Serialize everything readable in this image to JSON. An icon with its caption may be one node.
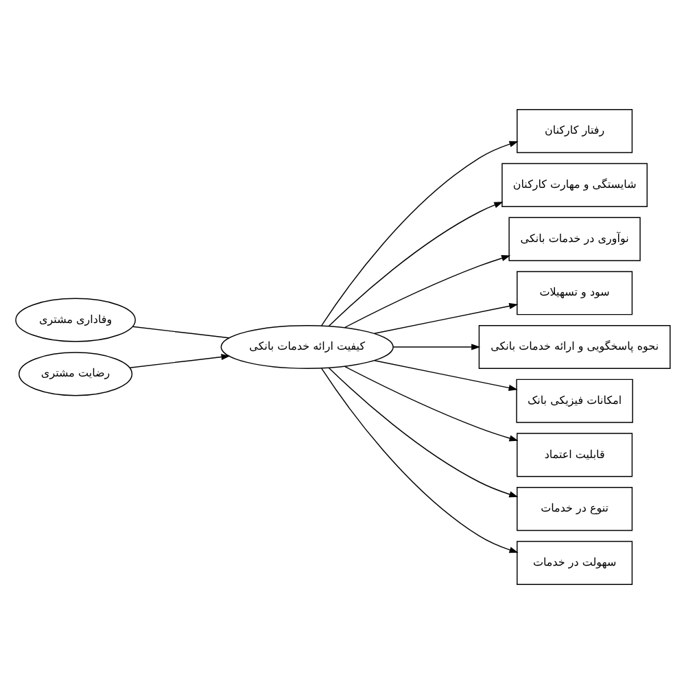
{
  "diagram": {
    "nodes": [
      {
        "text": [
          "وفاداری مشتری"
        ]
      },
      {
        "text": [
          "رضایت مشتری"
        ]
      },
      {
        "text": [
          "کیفیت ارائه خدمات بانکی"
        ]
      },
      {
        "text": [
          "رفتار کارکنان"
        ]
      },
      {
        "text": [
          "شایستگی و مهارت کارکنان"
        ]
      },
      {
        "text": [
          "نوآوری در خدمات بانکی"
        ]
      },
      {
        "text": [
          "سود و تسهیلات"
        ]
      },
      {
        "text": [
          "نحوه پاسخگویی و ارائه خدمات بانکی"
        ]
      },
      {
        "text": [
          "امکانات فیزیکی بانک"
        ]
      },
      {
        "text": [
          "قابلیت اعتماد"
        ]
      },
      {
        "text": [
          "تنوع در خدمات"
        ]
      },
      {
        "text": [
          "سهولت در خدمات"
        ]
      }
    ],
    "edges": [
      {
        "from": 0,
        "to": 2,
        "arrow": "none"
      },
      {
        "from": 1,
        "to": 2,
        "arrow": "to"
      },
      {
        "from": 2,
        "to": 3,
        "arrow": "to"
      },
      {
        "from": 2,
        "to": 4,
        "arrow": "to"
      },
      {
        "from": 2,
        "to": 5,
        "arrow": "to"
      },
      {
        "from": 2,
        "to": 6,
        "arrow": "to"
      },
      {
        "from": 2,
        "to": 7,
        "arrow": "to"
      },
      {
        "from": 2,
        "to": 8,
        "arrow": "to"
      },
      {
        "from": 2,
        "to": 9,
        "arrow": "to"
      },
      {
        "from": 2,
        "to": 10,
        "arrow": "to"
      },
      {
        "from": 2,
        "to": 11,
        "arrow": "to"
      }
    ]
  }
}
